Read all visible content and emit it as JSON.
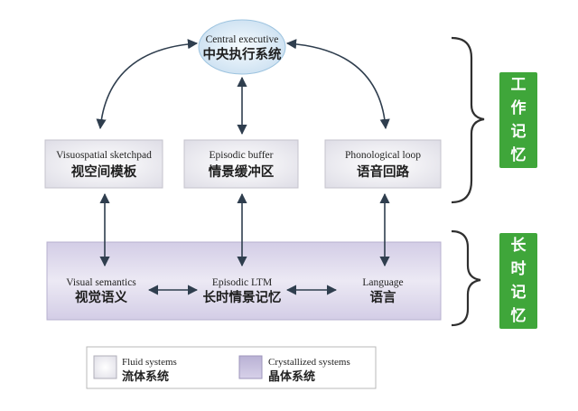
{
  "diagram": {
    "central_executive": {
      "en": "Central executive",
      "zh": "中央执行系统"
    },
    "visuospatial": {
      "en": "Visuospatial sketchpad",
      "zh": "视空间模板"
    },
    "episodic_buffer": {
      "en": "Episodic buffer",
      "zh": "情景缓冲区"
    },
    "phonological": {
      "en": "Phonological loop",
      "zh": "语音回路"
    },
    "visual_semantics": {
      "en": "Visual semantics",
      "zh": "视觉语义"
    },
    "episodic_ltm": {
      "en": "Episodic LTM",
      "zh": "长时情景记忆"
    },
    "language": {
      "en": "Language",
      "zh": "语言"
    }
  },
  "side_labels": {
    "working_memory": [
      "工",
      "作",
      "记",
      "忆"
    ],
    "long_term_memory": [
      "长",
      "时",
      "记",
      "忆"
    ]
  },
  "legend": {
    "fluid": {
      "en": "Fluid systems",
      "zh": "流体系统"
    },
    "crystallized": {
      "en": "Crystallized systems",
      "zh": "晶体系统"
    }
  },
  "colors": {
    "fluid_fill": "#f2f1f6",
    "crystallized_fill": "#c7c0dc",
    "central_fill": "#dcecf6",
    "label_green": "#3fa63a",
    "arrow": "#2f3e4e"
  }
}
